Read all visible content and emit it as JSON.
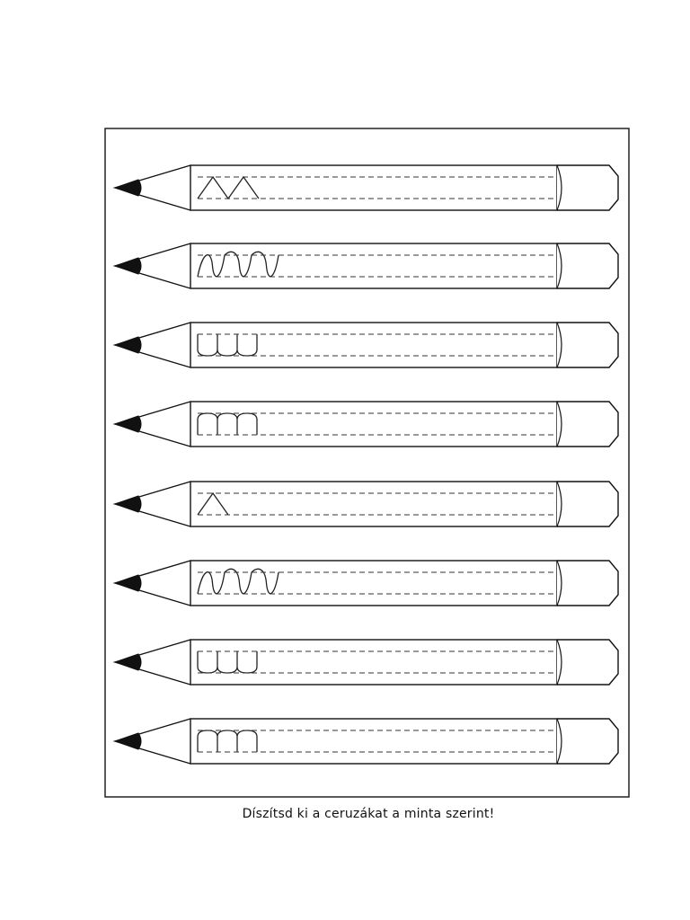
{
  "worksheet": {
    "instruction": "Díszítsd ki a ceruzákat a minta szerint!",
    "pencils": [
      {
        "pattern": "zigzag",
        "repeats": 2
      },
      {
        "pattern": "wave",
        "repeats": 3
      },
      {
        "pattern": "u-loops",
        "repeats": 3
      },
      {
        "pattern": "arches",
        "repeats": 3
      },
      {
        "pattern": "zigzag",
        "repeats": 1
      },
      {
        "pattern": "wave",
        "repeats": 3
      },
      {
        "pattern": "u-loops",
        "repeats": 3
      },
      {
        "pattern": "arches",
        "repeats": 3
      }
    ]
  }
}
